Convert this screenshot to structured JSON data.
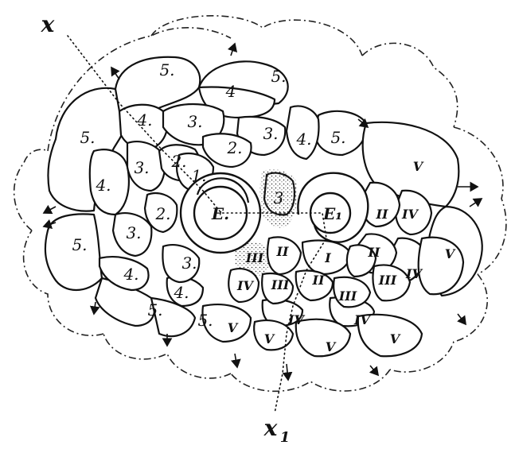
{
  "axes": {
    "top": "x",
    "bottom": "x",
    "bottom_subscript": "1"
  },
  "centers": {
    "left": "E.",
    "right": "E₁"
  },
  "labels": {
    "n5": "5.",
    "n4": "4.",
    "n4b": "4",
    "n3": "3.",
    "n3b": "3",
    "n2": "2.",
    "n1": "1.",
    "r1": "I",
    "r2": "II",
    "r3": "III",
    "r4": "IV",
    "r5": "V"
  }
}
